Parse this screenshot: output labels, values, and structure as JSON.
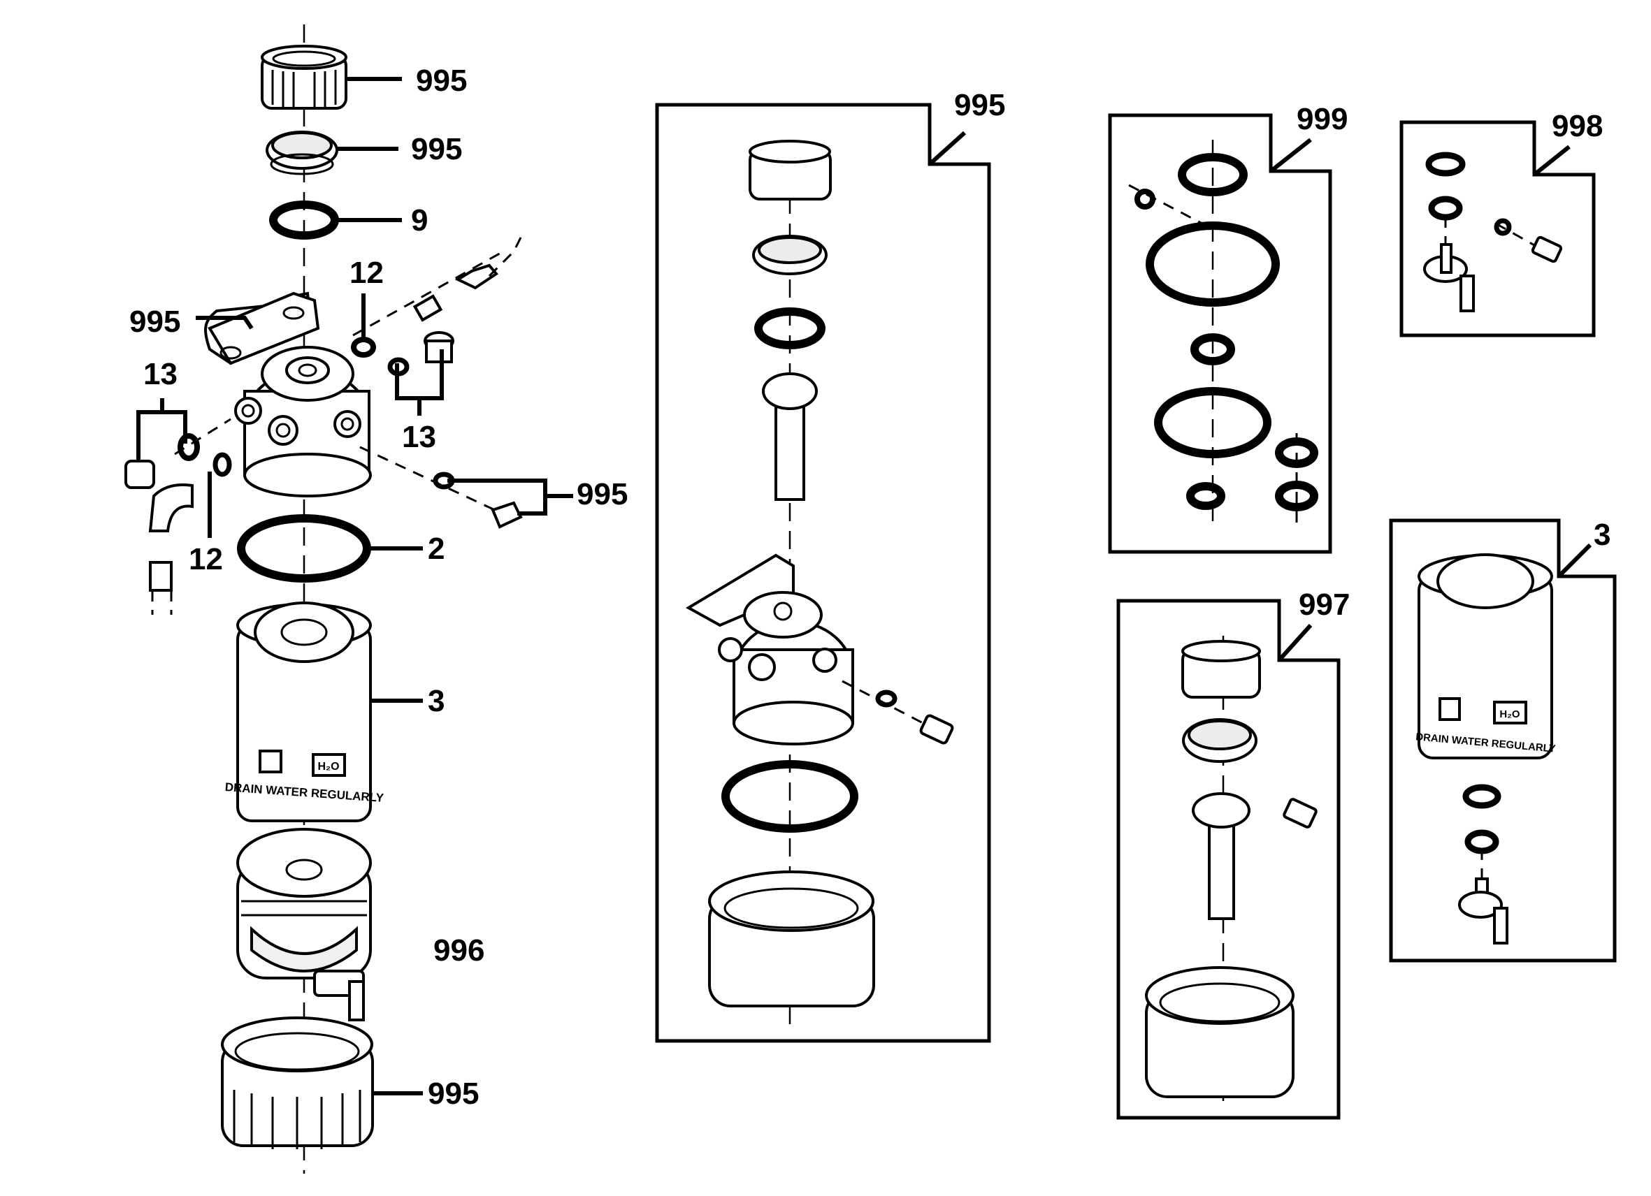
{
  "diagram": {
    "callouts": {
      "main_995_top_ring": "995",
      "main_995_filter_cap": "995",
      "main_9": "9",
      "main_12_top": "12",
      "main_995_bracket": "995",
      "main_13_left": "13",
      "main_13_right": "13",
      "main_995_bleed": "995",
      "main_12_bottom": "12",
      "main_2": "2",
      "main_3": "3",
      "main_996": "996",
      "main_995_bottom_ring": "995",
      "kit_995": "995",
      "kit_999": "999",
      "kit_998": "998",
      "kit_997": "997",
      "kit_3": "3"
    },
    "labels": {
      "main_filter_print": "DRAIN WATER REGULARLY",
      "kit3_filter_print": "DRAIN WATER REGULARLY",
      "h2o_symbol": "H₂O"
    }
  }
}
